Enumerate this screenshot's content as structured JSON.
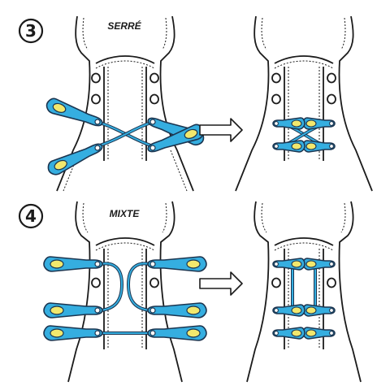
{
  "steps": [
    {
      "number": "3",
      "title": "SERRÉ"
    },
    {
      "number": "4",
      "title": "MIXTE"
    }
  ],
  "colors": {
    "line": "#1b1b1b",
    "lace": "#35aee0",
    "lace_outline": "#1b3550",
    "tab_fill": "#f2e86d",
    "shoe": "#ffffff",
    "eyelet": "#ffffff"
  },
  "icons": [
    "arrow-right-icon"
  ]
}
